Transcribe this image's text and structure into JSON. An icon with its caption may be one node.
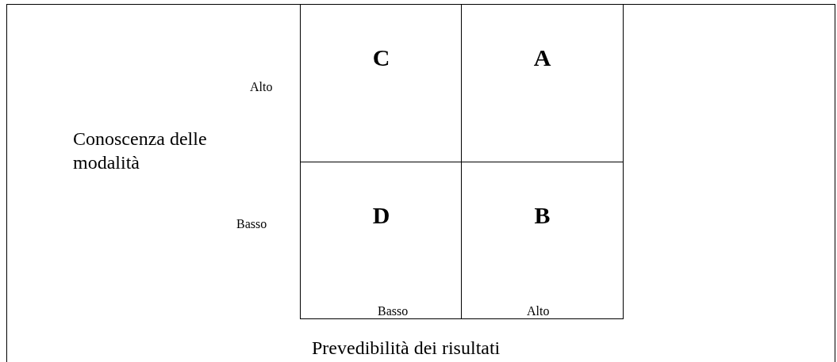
{
  "diagram": {
    "nodes": [
      {
        "text": [
          "C"
        ]
      },
      {
        "text": [
          "A"
        ]
      },
      {
        "text": [
          "D"
        ]
      },
      {
        "text": [
          "B"
        ]
      }
    ],
    "labels": [
      "Alto",
      "Conoscenza delle modalità",
      "Basso",
      "Basso",
      "Alto",
      "Prevedibilità dei risultati"
    ]
  }
}
